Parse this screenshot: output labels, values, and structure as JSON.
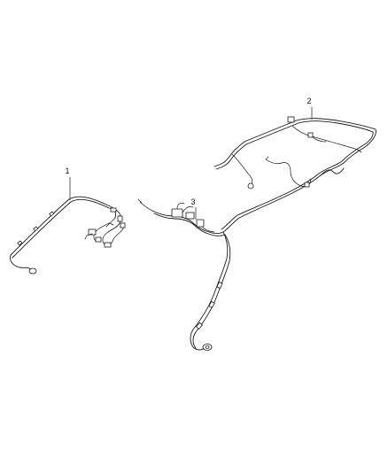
{
  "callouts": {
    "c1": "1",
    "c2": "2",
    "c3": "3"
  },
  "colors": {
    "line": "#1a1a1a",
    "background": "#ffffff"
  }
}
